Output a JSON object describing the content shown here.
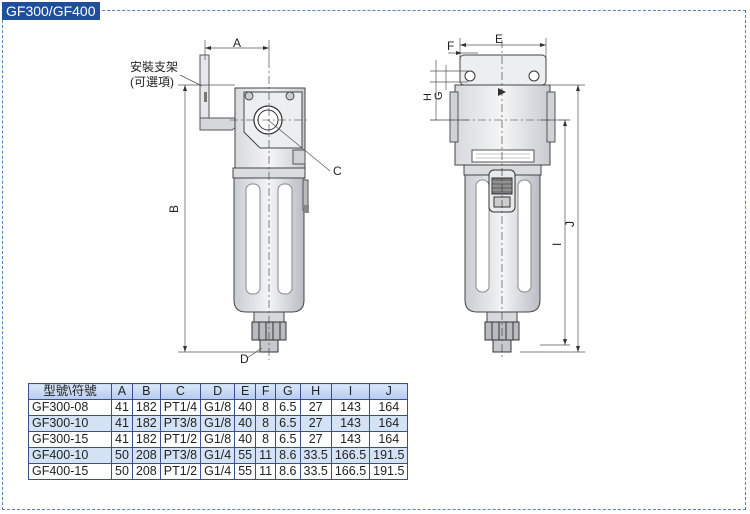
{
  "model_tag": "GF300/GF400",
  "side_view": {
    "bracket_label_line1": "安裝支架",
    "bracket_label_line2": "(可選項)",
    "dim_A": "A",
    "dim_B": "B",
    "dim_C": "C",
    "dim_D": "D"
  },
  "front_view": {
    "dim_E": "E",
    "dim_F": "F",
    "dim_G": "G",
    "dim_H": "H",
    "dim_I": "I",
    "dim_J": "J"
  },
  "table": {
    "headers": [
      "型號\\符號",
      "A",
      "B",
      "C",
      "D",
      "E",
      "F",
      "G",
      "H",
      "I",
      "J"
    ],
    "rows": [
      [
        "GF300-08",
        "41",
        "182",
        "PT1/4",
        "G1/8",
        "40",
        "8",
        "6.5",
        "27",
        "143",
        "164"
      ],
      [
        "GF300-10",
        "41",
        "182",
        "PT3/8",
        "G1/8",
        "40",
        "8",
        "6.5",
        "27",
        "143",
        "164"
      ],
      [
        "GF300-15",
        "41",
        "182",
        "PT1/2",
        "G1/8",
        "40",
        "8",
        "6.5",
        "27",
        "143",
        "164"
      ],
      [
        "GF400-10",
        "50",
        "208",
        "PT3/8",
        "G1/4",
        "55",
        "11",
        "8.6",
        "33.5",
        "166.5",
        "191.5"
      ],
      [
        "GF400-15",
        "50",
        "208",
        "PT1/2",
        "G1/4",
        "55",
        "11",
        "8.6",
        "33.5",
        "166.5",
        "191.5"
      ]
    ]
  }
}
